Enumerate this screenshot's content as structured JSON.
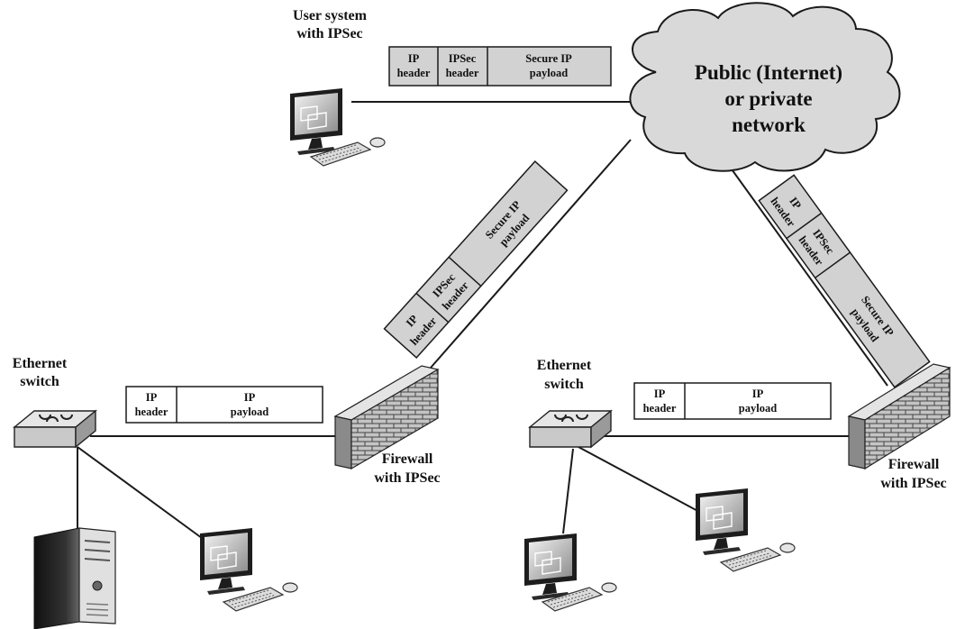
{
  "cloud": {
    "line1": "Public (Internet)",
    "line2": "or private",
    "line3": "network"
  },
  "user_system": {
    "line1": "User system",
    "line2": "with IPSec"
  },
  "packet_secure": {
    "ip": [
      "IP",
      "header"
    ],
    "ipsec": [
      "IPSec",
      "header"
    ],
    "payload": [
      "Secure IP",
      "payload"
    ]
  },
  "packet_plain": {
    "ip": [
      "IP",
      "header"
    ],
    "payload": [
      "IP",
      "payload"
    ]
  },
  "left_switch": {
    "line1": "Ethernet",
    "line2": "switch"
  },
  "right_switch": {
    "line1": "Ethernet",
    "line2": "switch"
  },
  "left_firewall": {
    "line1": "Firewall",
    "line2": "with IPSec"
  },
  "right_firewall": {
    "line1": "Firewall",
    "line2": "with IPSec"
  },
  "colors": {
    "packet_secure_fill": "#d2d2d2",
    "cloud_fill": "#d9d9d9",
    "line": "#1a1a1a"
  }
}
